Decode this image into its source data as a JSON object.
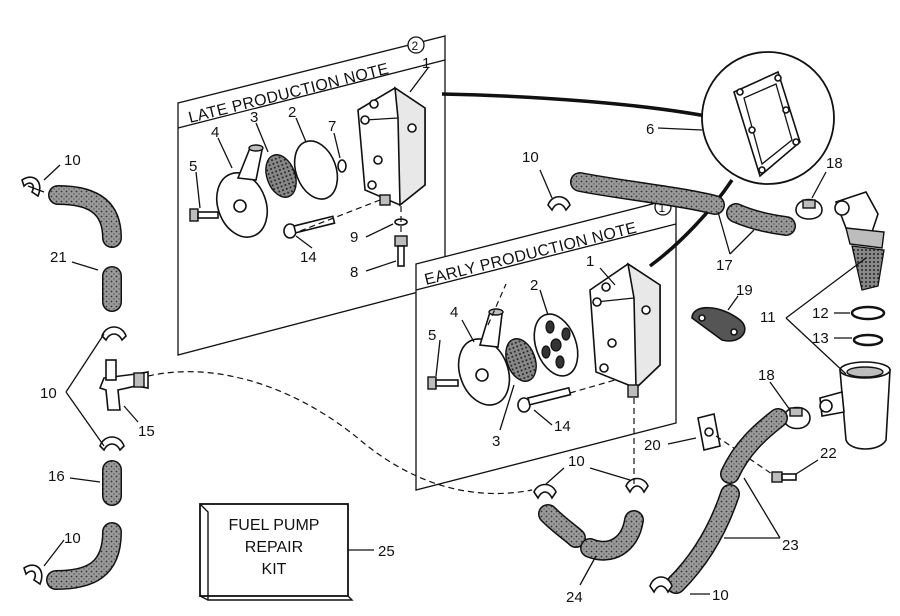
{
  "panels": {
    "late_title": "LATE PRODUCTION NOTE",
    "late_note_number": "2",
    "early_title": "EARLY PRODUCTION NOTE",
    "early_note_number": "1"
  },
  "kit_box": {
    "line1": "FUEL PUMP",
    "line2": "REPAIR",
    "line3": "KIT",
    "callout": "25"
  },
  "callouts": {
    "late_1": "1",
    "late_2": "2",
    "late_3": "3",
    "late_4": "4",
    "late_5": "5",
    "late_7": "7",
    "late_8": "8",
    "late_9": "9",
    "late_14": "14",
    "early_1": "1",
    "early_2": "2",
    "early_3": "3",
    "early_4": "4",
    "early_5": "5",
    "early_14": "14",
    "c6": "6",
    "c10_a": "10",
    "c10_b": "10",
    "c10_c": "10",
    "c10_d": "10",
    "c10_e": "10",
    "c10_f": "10",
    "c11": "11",
    "c12": "12",
    "c13": "13",
    "c15": "15",
    "c16": "16",
    "c17": "17",
    "c18_a": "18",
    "c18_b": "18",
    "c19": "19",
    "c20": "20",
    "c21": "21",
    "c22": "22",
    "c23": "23",
    "c24": "24"
  },
  "colors": {
    "ink": "#111111",
    "hose_fill": "#9a9a9a",
    "background": "#ffffff"
  }
}
